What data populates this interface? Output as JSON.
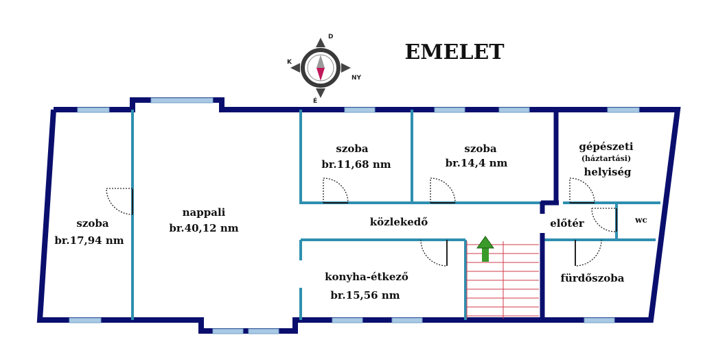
{
  "title": "EMELET",
  "compass": {
    "north": "É",
    "east": "K",
    "west": "NY",
    "south": "D"
  },
  "rooms": {
    "szoba1": {
      "name": "szoba",
      "area": "br.17,94 nm"
    },
    "nappali": {
      "name": "nappali",
      "area": "br.40,12 nm"
    },
    "szoba2": {
      "name": "szoba",
      "area": "br.11,68 nm"
    },
    "szoba3": {
      "name": "szoba",
      "area": "br.14,4 nm"
    },
    "gepeszeti": {
      "name": "gépészeti",
      "sub": "(háztartási)",
      "name2": "helyiség"
    },
    "kozlekedo": {
      "name": "közlekedő"
    },
    "eloter": {
      "name": "előtér"
    },
    "wc": {
      "name": "wc"
    },
    "konyha": {
      "name": "konyha-étkező",
      "area": "br.15,56 nm"
    },
    "furdo": {
      "name": "fürdőszoba"
    }
  },
  "colors": {
    "outer_wall": "#0a0f6e",
    "inner_wall": "#2f8fb0",
    "window": "#a9c9e4",
    "stairs": "#d23a4a",
    "arrow": "#3a9a2a",
    "compass_needle": "#c0185a"
  }
}
